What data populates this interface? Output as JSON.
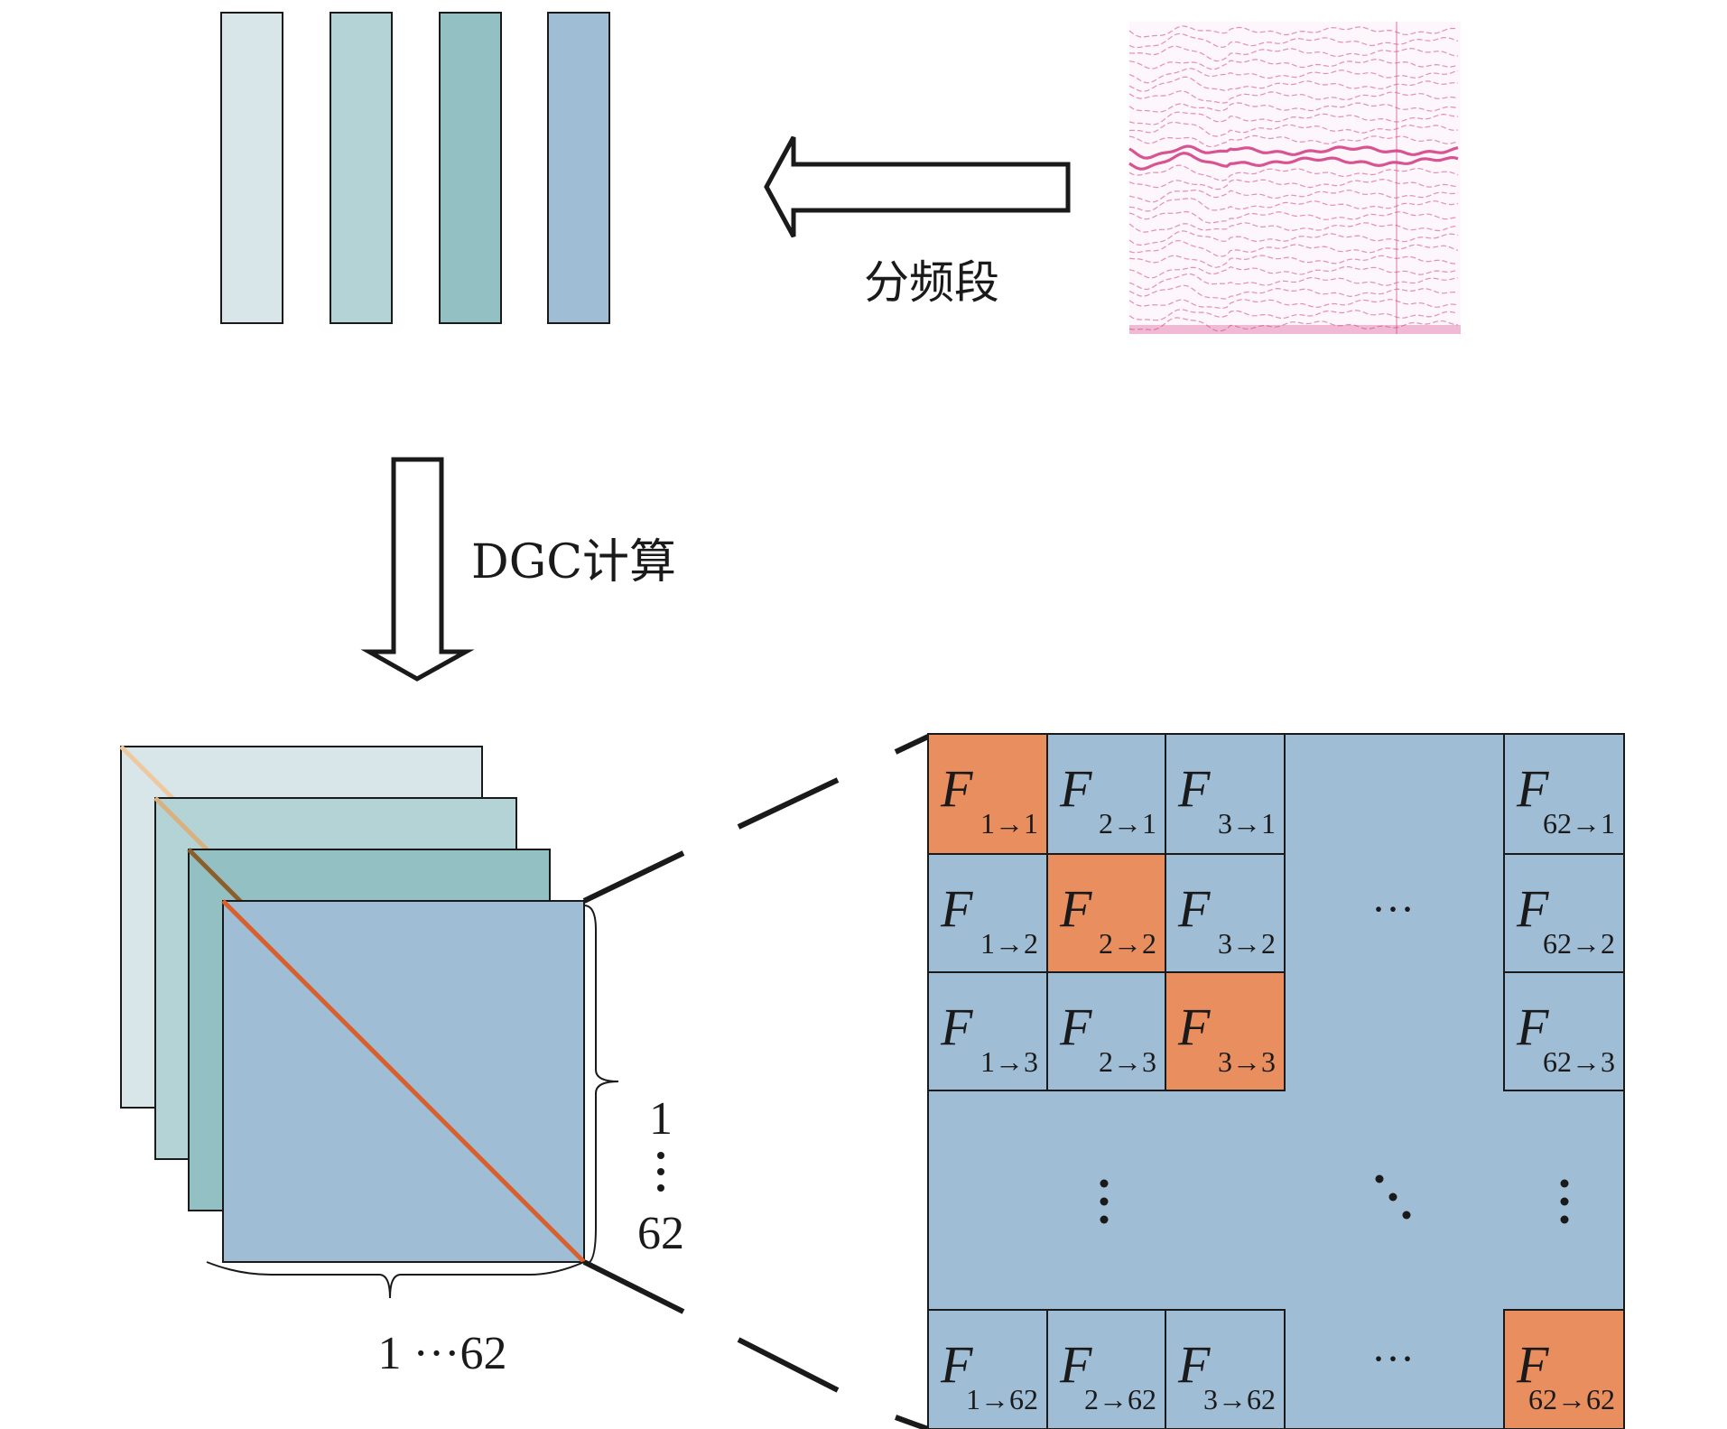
{
  "labels": {
    "band_split": "分频段",
    "dgc_compute": "DGC计算",
    "axis_x": "1 ···62",
    "axis_y_top": "1",
    "axis_y_bottom": "62"
  },
  "colors": {
    "band_1": "#d8e6ea",
    "band_2": "#b3d3d6",
    "band_3": "#92c0c3",
    "band_4": "#a0bdd6",
    "cell_blue": "#a0bdd6",
    "cell_orange": "#e98e5e",
    "diagonal_line": "#d8602a",
    "stroke": "#1a1a1a",
    "eeg_pink": "#d64a8b"
  },
  "icons": {
    "left_arrow": "hollow-left-arrow-icon",
    "down_arrow": "hollow-down-arrow-icon",
    "eeg_trace": "eeg-waveform-image"
  },
  "matrix": {
    "symbol": "F",
    "ellipsis_h": "···",
    "ellipsis_v": "⋮",
    "ellipsis_d": "⋱",
    "rows": [
      [
        {
          "sub": "1→1",
          "highlight": true
        },
        {
          "sub": "2→1",
          "highlight": false
        },
        {
          "sub": "3→1",
          "highlight": false
        },
        {
          "sub": "62→1",
          "highlight": false
        }
      ],
      [
        {
          "sub": "1→2",
          "highlight": false
        },
        {
          "sub": "2→2",
          "highlight": true
        },
        {
          "sub": "3→2",
          "highlight": false
        },
        {
          "sub": "62→2",
          "highlight": false
        }
      ],
      [
        {
          "sub": "1→3",
          "highlight": false
        },
        {
          "sub": "2→3",
          "highlight": false
        },
        {
          "sub": "3→3",
          "highlight": true
        },
        {
          "sub": "62→3",
          "highlight": false
        }
      ],
      [
        {
          "sub": "1→62",
          "highlight": false
        },
        {
          "sub": "2→62",
          "highlight": false
        },
        {
          "sub": "3→62",
          "highlight": false
        },
        {
          "sub": "62→62",
          "highlight": true
        }
      ]
    ]
  }
}
